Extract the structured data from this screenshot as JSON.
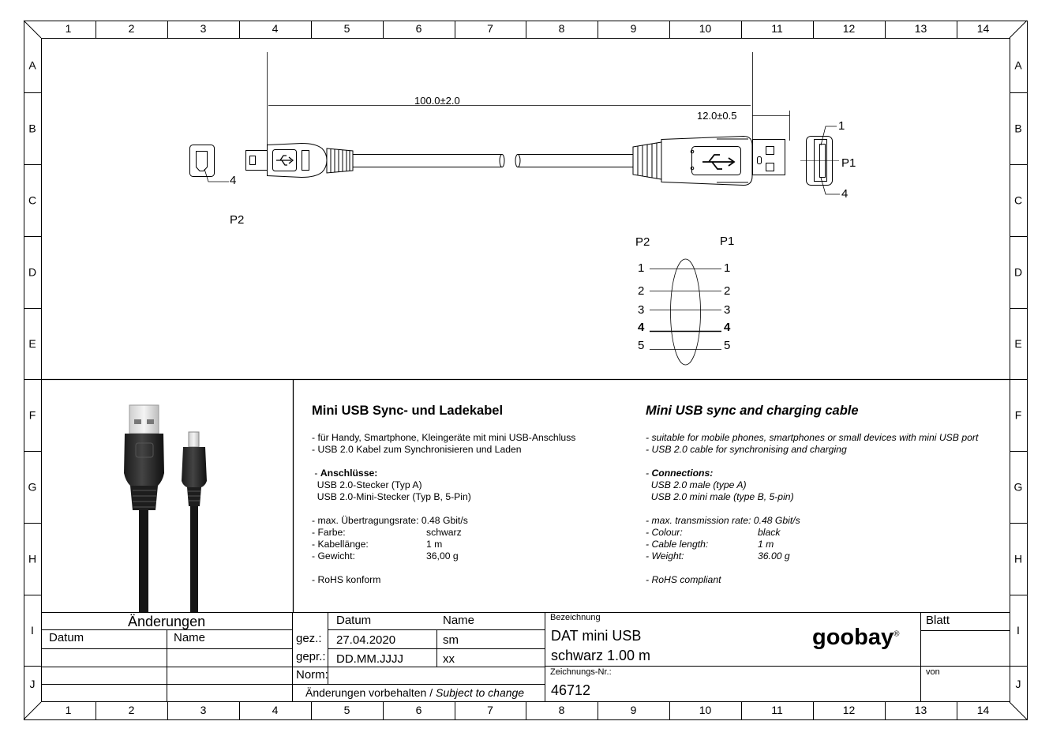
{
  "frame": {
    "columns": [
      "1",
      "2",
      "3",
      "4",
      "5",
      "6",
      "7",
      "8",
      "9",
      "10",
      "11",
      "12",
      "13",
      "14"
    ],
    "rows": [
      "A",
      "B",
      "C",
      "D",
      "E",
      "F",
      "G",
      "H",
      "I",
      "J"
    ]
  },
  "drawing": {
    "dim_length": "100.0±2.0",
    "dim_plug": "12.0±0.5",
    "plug_a_label": "P1",
    "plug_b_label": "P2",
    "pin_1": "1",
    "pin_4": "4",
    "wiring": {
      "left_label": "P2",
      "right_label": "P1",
      "pins": [
        "1",
        "2",
        "3",
        "4",
        "5"
      ]
    }
  },
  "description": {
    "de": {
      "title": "Mini USB Sync- und Ladekabel",
      "bullets": [
        "- für Handy, Smartphone, Kleingeräte mit mini USB-Anschluss",
        "- USB 2.0 Kabel zum Synchronisieren und Laden"
      ],
      "connections_label": "Anschlüsse:",
      "connections": [
        "USB 2.0-Stecker (Typ A)",
        "USB 2.0-Mini-Stecker (Typ B, 5-Pin)"
      ],
      "specs": [
        {
          "label": "- max. Übertragungsrate: 0.48 Gbit/s",
          "value": ""
        },
        {
          "label": "- Farbe:",
          "value": "schwarz"
        },
        {
          "label": "- Kabellänge:",
          "value": "1 m"
        },
        {
          "label": "- Gewicht:",
          "value": "36,00 g"
        }
      ],
      "rohs": "- RoHS konform"
    },
    "en": {
      "title": "Mini USB sync and charging cable",
      "bullets": [
        "- suitable for mobile phones, smartphones or small devices with mini USB port",
        "- USB 2.0 cable for synchronising and charging"
      ],
      "connections_label": "Connections:",
      "connections": [
        "USB 2.0 male (type A)",
        "USB 2.0 mini male (type B, 5-pin)"
      ],
      "specs": [
        {
          "label": "- max. transmission rate: 0.48 Gbit/s",
          "value": ""
        },
        {
          "label": "- Colour:",
          "value": "black"
        },
        {
          "label": "- Cable length:",
          "value": "1 m"
        },
        {
          "label": "- Weight:",
          "value": "36.00 g"
        }
      ],
      "rohs": "- RoHS compliant"
    }
  },
  "titleblock": {
    "changes_header": "Änderungen",
    "col_date": "Datum",
    "col_name": "Name",
    "drawn_label": "gez.:",
    "checked_label": "gepr.:",
    "norm_label": "Norm:",
    "drawn_date": "27.04.2020",
    "drawn_name": "sm",
    "checked_date": "DD.MM.JJJJ",
    "checked_name": "xx",
    "subject_de": "Änderungen vorbehalten /",
    "subject_en": "Subject to change",
    "designation_label": "Bezeichnung",
    "designation_line1": "DAT mini USB",
    "designation_line2": "schwarz 1.00 m",
    "drawing_no_label": "Zeichnungs-Nr.:",
    "drawing_no": "46712",
    "sheet_label": "Blatt",
    "of_label": "von",
    "brand": "goobay",
    "brand_mark": "®"
  }
}
